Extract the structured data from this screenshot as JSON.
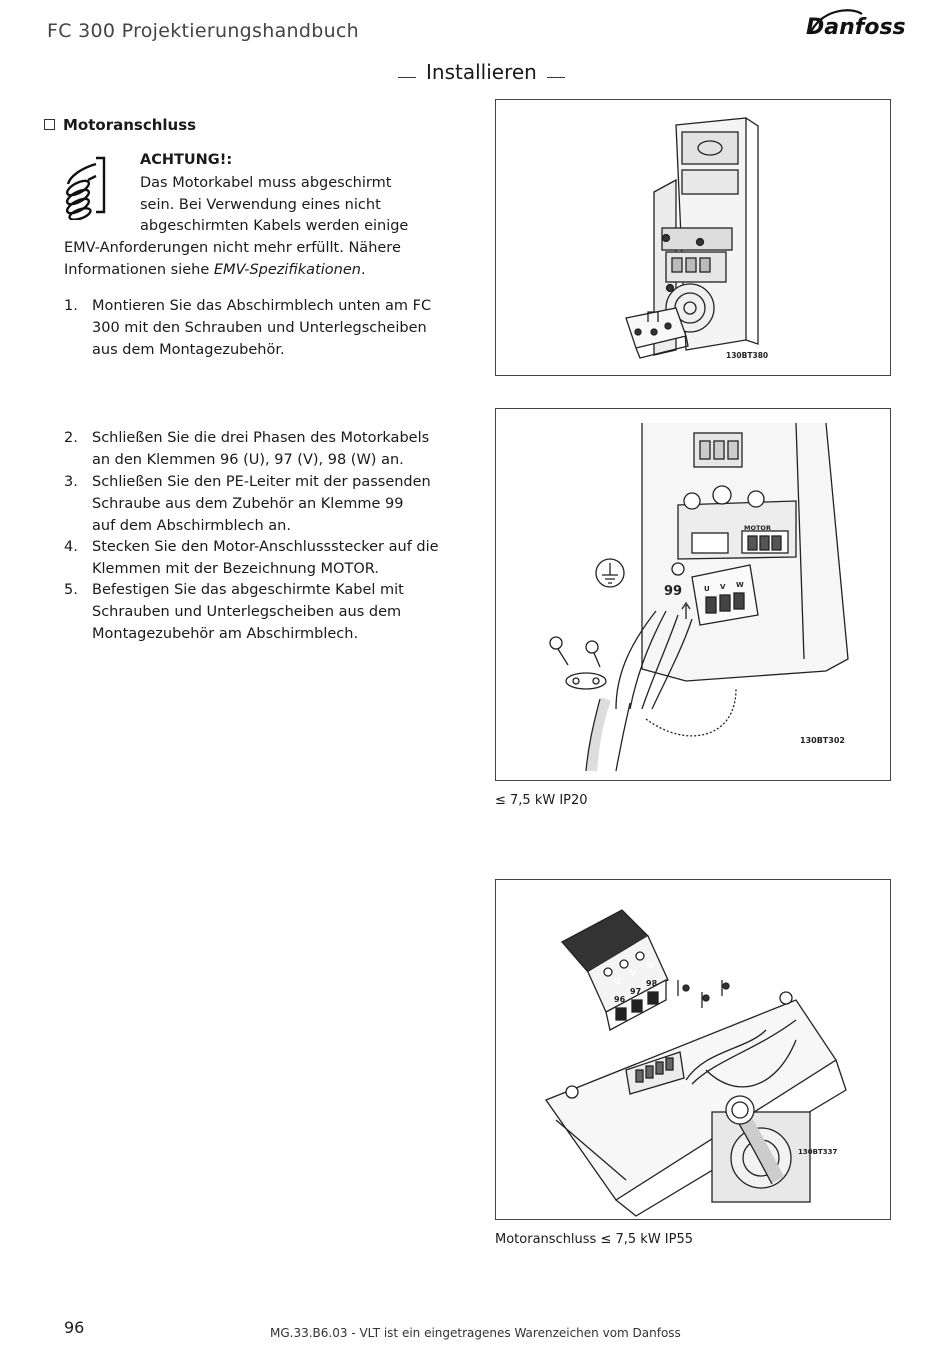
{
  "header": {
    "doc_title": "FC 300 Projektierungshandbuch",
    "brand": "Danfoss",
    "section": "Installieren"
  },
  "heading": "Motoranschluss",
  "warning": {
    "title": "ACHTUNG!:",
    "lines": [
      "Das Motorkabel muss abgeschirmt",
      "sein.  Bei Verwendung eines nicht",
      "abgeschirmten Kabels werden einige",
      "EMV-Anforderungen nicht mehr erfüllt.  Nähere"
    ],
    "last_line_prefix": "Informationen siehe ",
    "last_line_ref": "EMV-Spezifikationen",
    "last_line_suffix": "."
  },
  "step1": {
    "num": "1.",
    "lines": [
      "Montieren Sie das Abschirmblech unten am FC",
      "300 mit den Schrauben und Unterlegscheiben",
      "aus dem Montagezubehör."
    ]
  },
  "steps": [
    {
      "num": "2.",
      "lines": [
        "Schließen Sie die drei Phasen des Motorkabels",
        "an den Klemmen 96 (U), 97 (V), 98 (W) an."
      ]
    },
    {
      "num": "3.",
      "lines": [
        "Schließen Sie den PE-Leiter mit der passenden",
        "Schraube aus dem Zubehör an Klemme 99",
        "auf dem Abschirmblech an."
      ]
    },
    {
      "num": "4.",
      "lines": [
        "Stecken Sie den Motor-Anschlussstecker auf die",
        "Klemmen mit der Bezeichnung MOTOR."
      ]
    },
    {
      "num": "5.",
      "lines": [
        "Befestigen Sie das abgeschirmte Kabel mit",
        "Schrauben und Unterlegscheiben aus dem",
        "Montagezubehör am Abschirmblech."
      ]
    }
  ],
  "figures": {
    "fig1_code": "130BT380",
    "fig2_code": "130BT302",
    "fig2_motor": "MOTOR",
    "fig2_uvw": [
      "U",
      "V",
      "W"
    ],
    "fig2_99": "99",
    "fig2_caption": "≤  7,5 kW  IP20",
    "fig3_code": "130BT337",
    "fig3_uvw": [
      "U",
      "V",
      "W"
    ],
    "fig3_terms": [
      "96",
      "97",
      "98"
    ],
    "fig3_caption": "Motoranschluss  ≤  7,5 kW  IP55"
  },
  "footer": {
    "page": "96",
    "text": "MG.33.B6.03 - VLT ist ein eingetragenes Warenzeichen vom Danfoss"
  }
}
